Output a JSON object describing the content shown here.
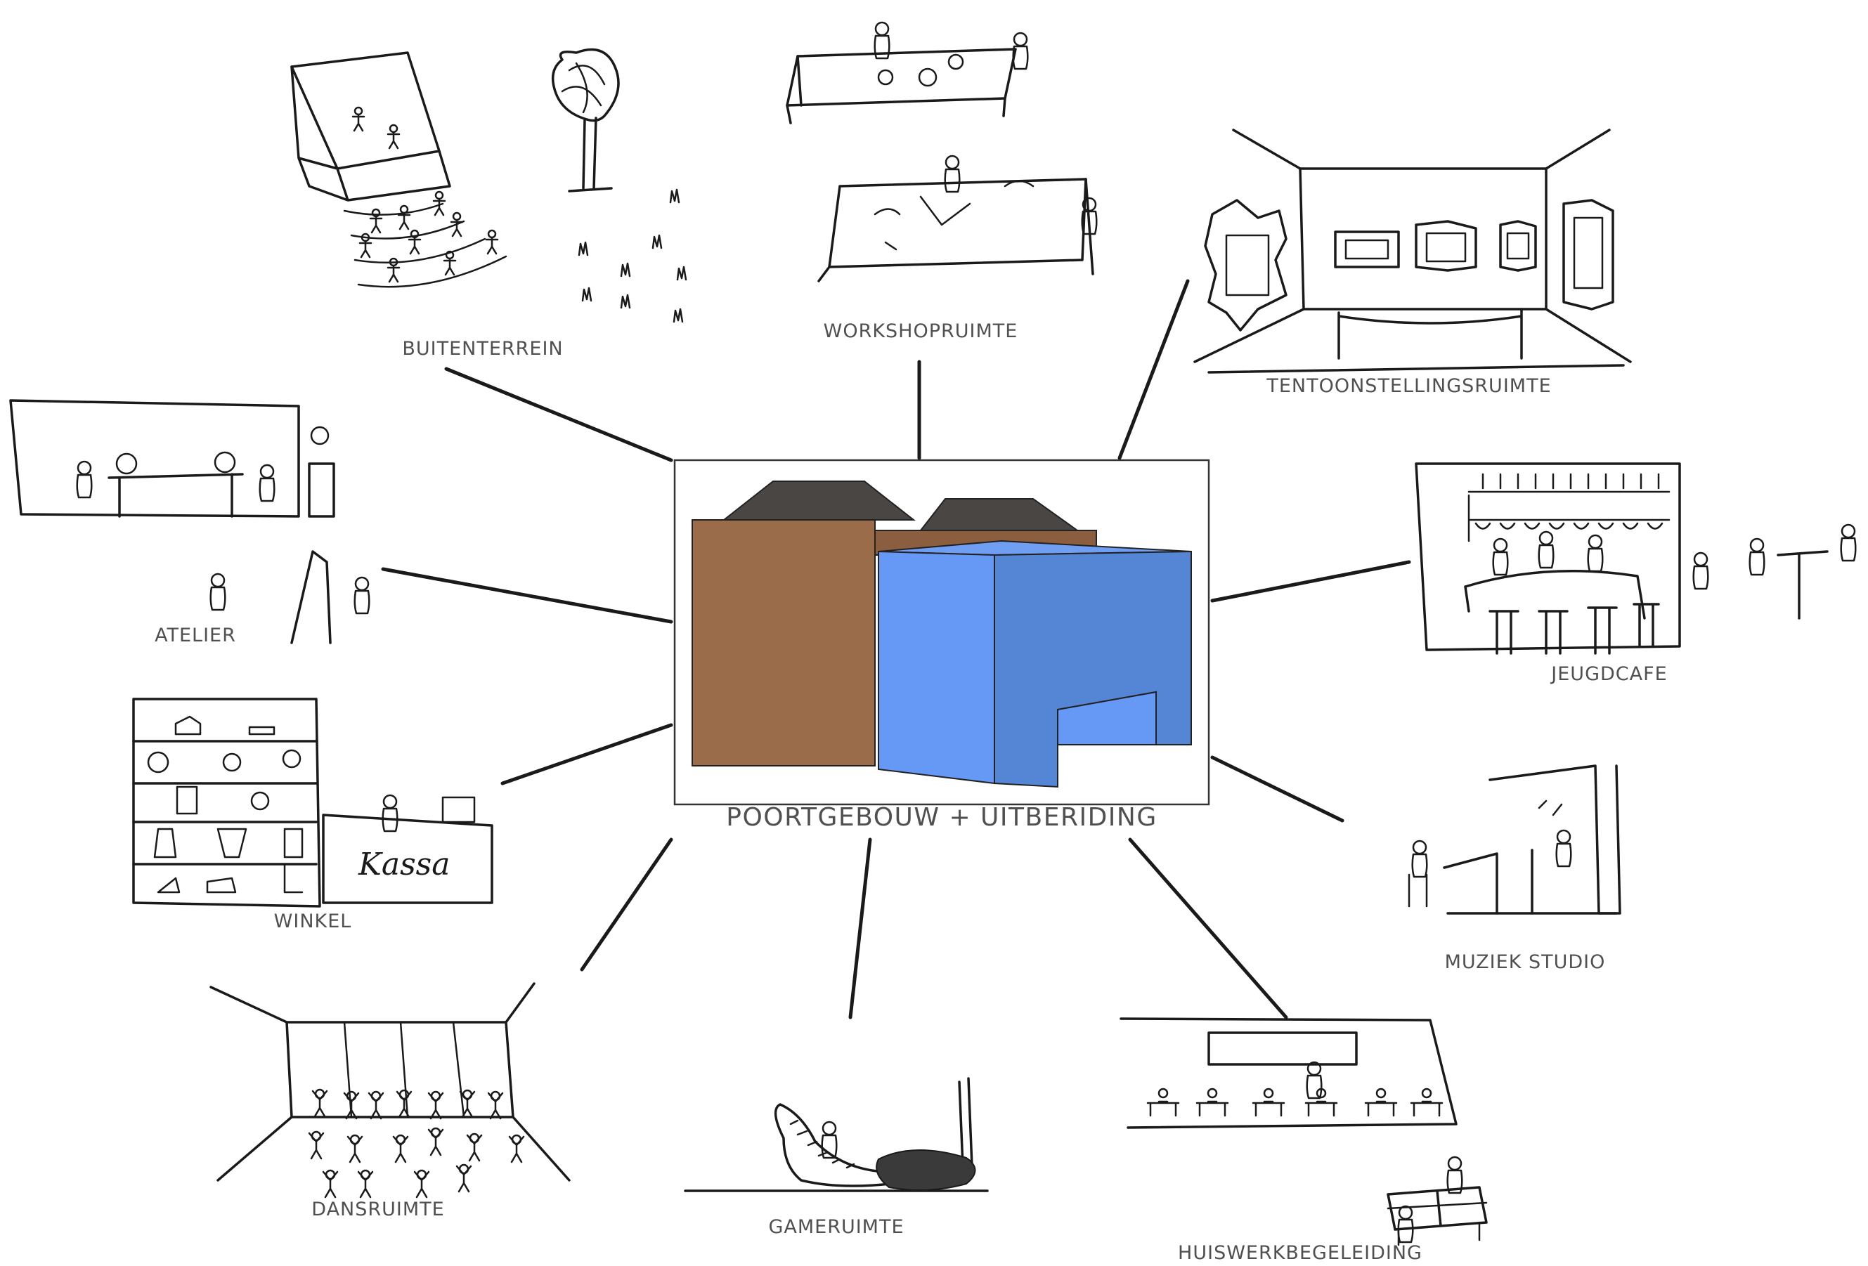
{
  "center": {
    "label": "POORTGEBOUW + UITBERIDING",
    "colors": {
      "brown_front": "#9a6c4a",
      "brown_side": "#8a5e3f",
      "roof": "#4a4644",
      "blue_front": "#6699f5",
      "blue_side": "#5586d6",
      "blue_top": "#6f9ef2"
    }
  },
  "spaces": [
    {
      "id": "buitenterrein",
      "label": "BUITENTERREIN"
    },
    {
      "id": "workshopruimte",
      "label": "WORKSHOPRUIMTE"
    },
    {
      "id": "tentoonstellingsruimte",
      "label": "TENTOONSTELLINGSRUIMTE"
    },
    {
      "id": "atelier",
      "label": "ATELIER"
    },
    {
      "id": "jeugdcafe",
      "label": "JEUGDCAFE"
    },
    {
      "id": "winkel",
      "label": "WINKEL",
      "sketch_text": "Kassa"
    },
    {
      "id": "muziek-studio",
      "label": "MUZIEK STUDIO"
    },
    {
      "id": "dansruimte",
      "label": "DANSRUIMTE"
    },
    {
      "id": "gameruimte",
      "label": "GAMERUIMTE"
    },
    {
      "id": "huiswerkbegeleiding",
      "label": "HUISWERKBEGELEIDING"
    }
  ]
}
